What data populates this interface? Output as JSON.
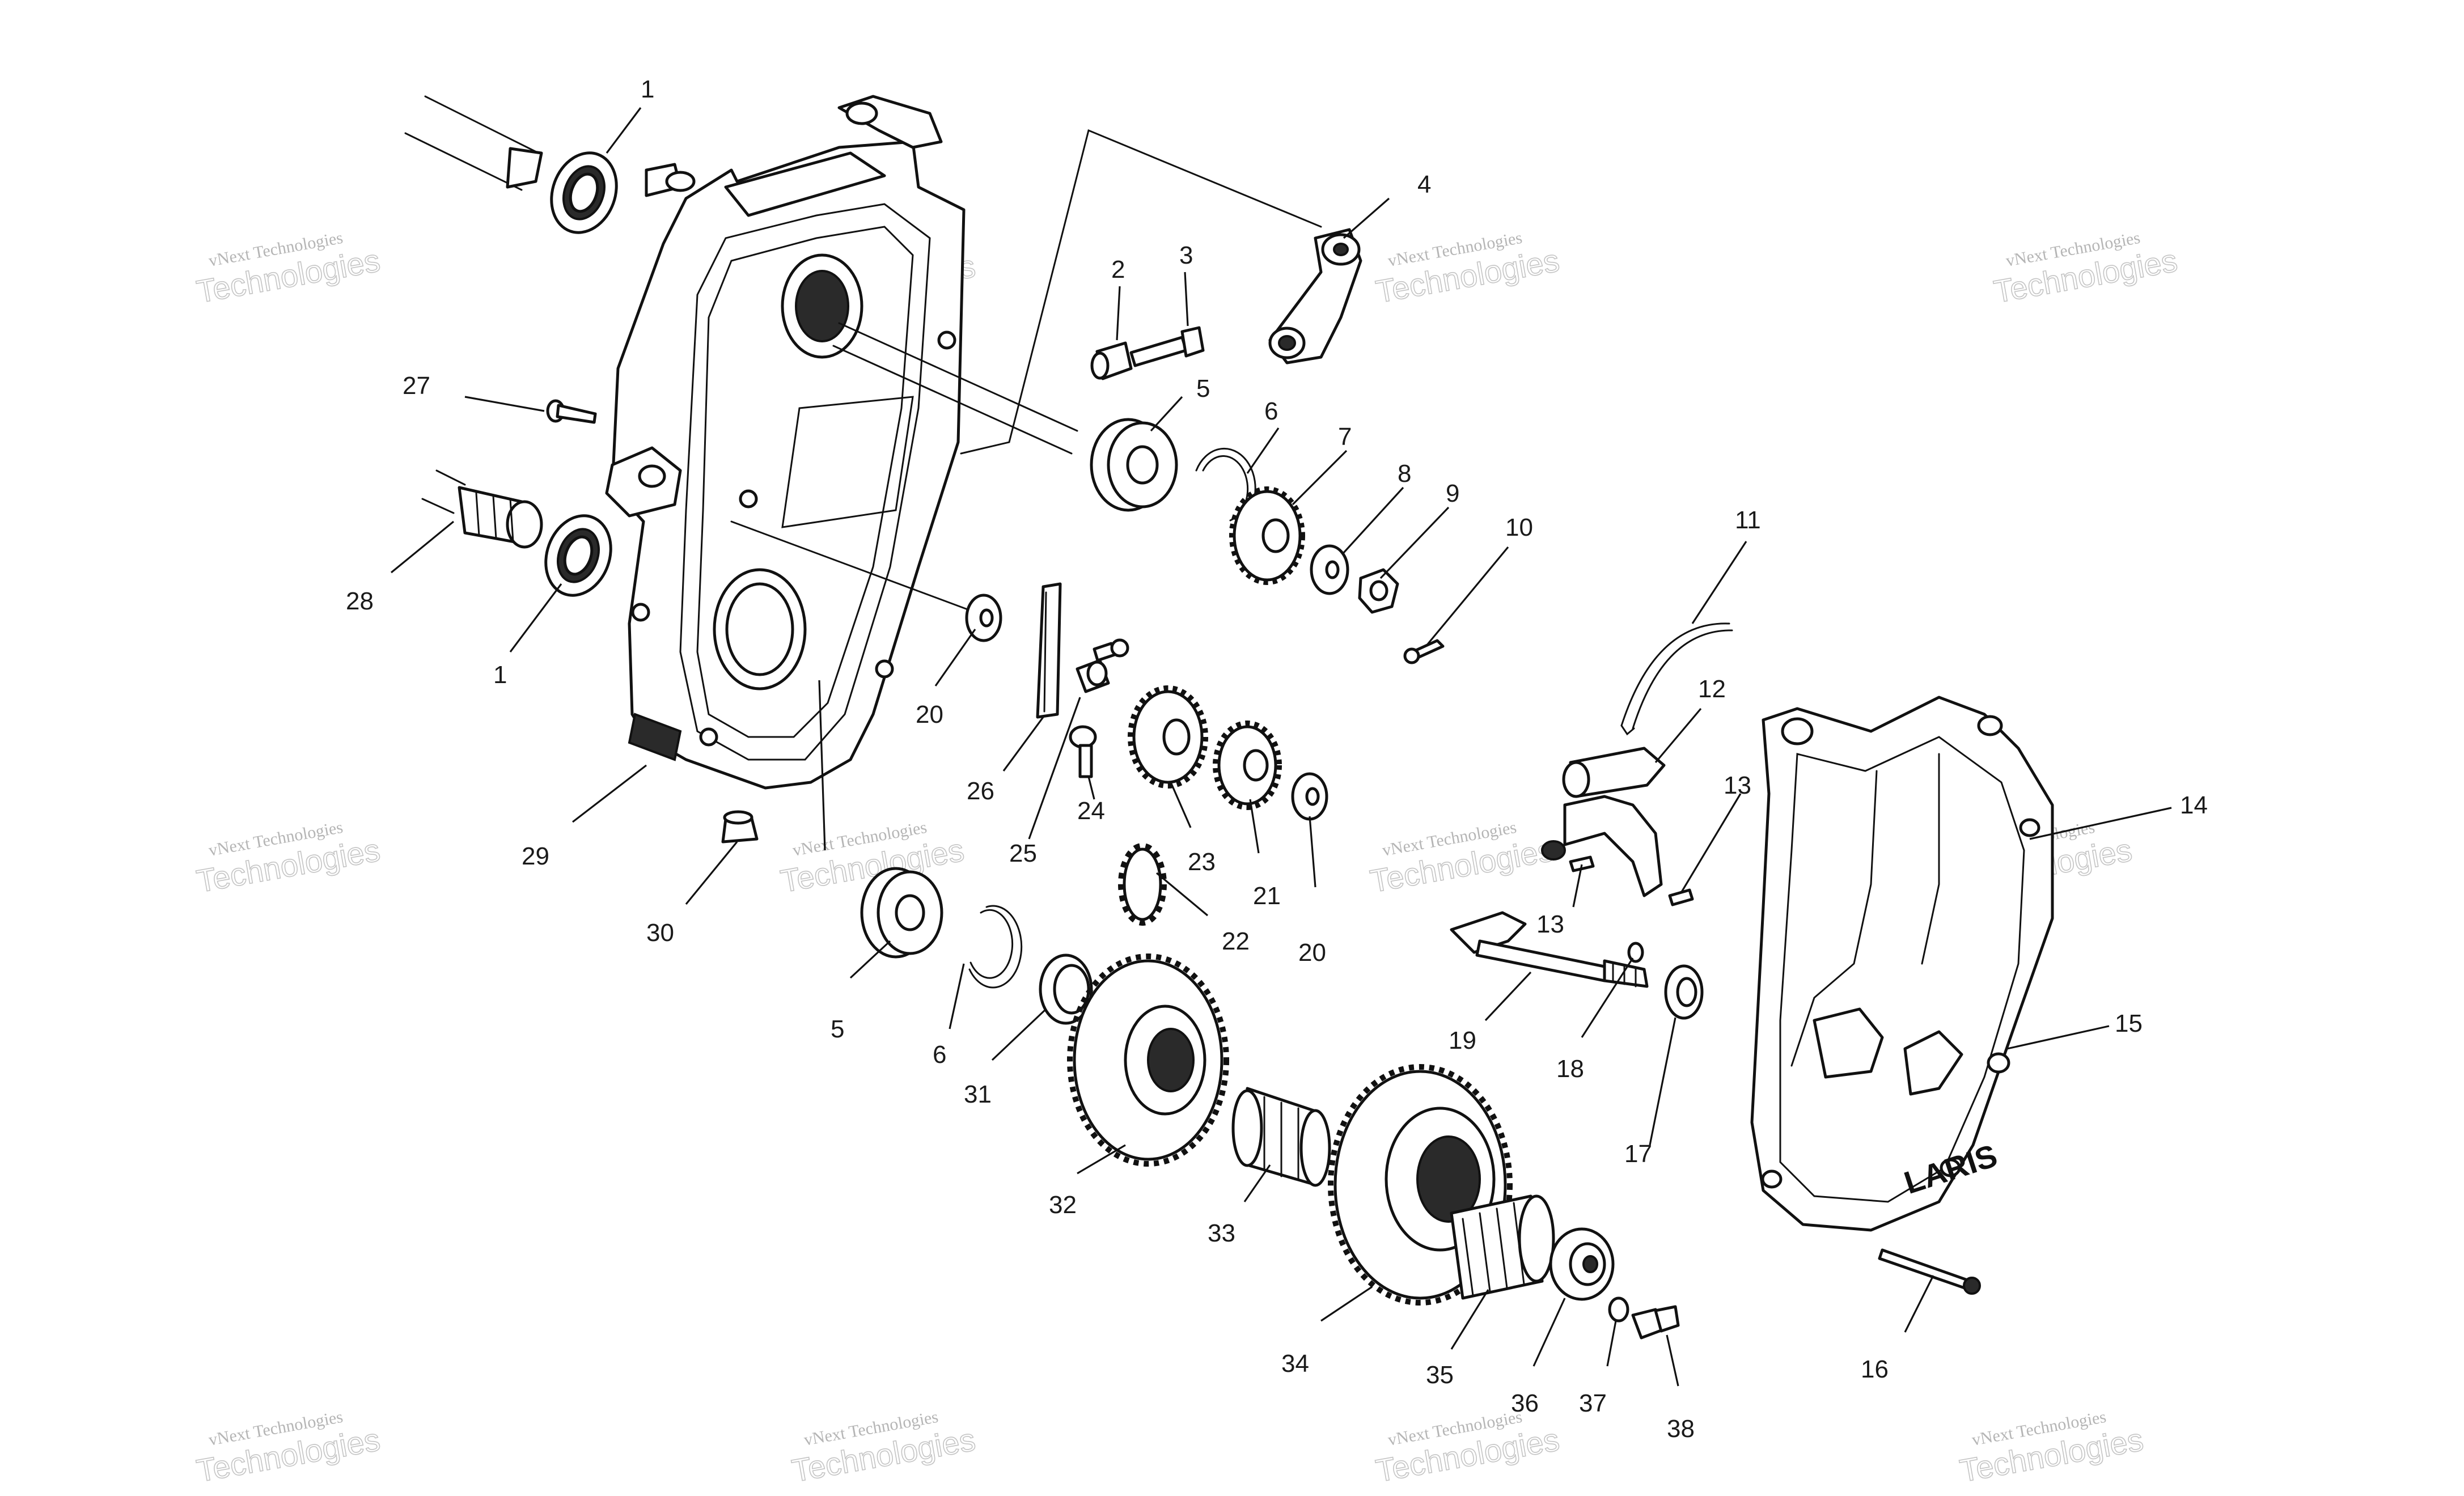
{
  "callouts": {
    "c1a": "1",
    "c1b": "1",
    "c2": "2",
    "c3": "3",
    "c4": "4",
    "c5a": "5",
    "c5b": "5",
    "c6a": "6",
    "c6b": "6",
    "c7": "7",
    "c8": "8",
    "c9": "9",
    "c10": "10",
    "c11": "11",
    "c12": "12",
    "c13a": "13",
    "c13b": "13",
    "c14": "14",
    "c15": "15",
    "c16": "16",
    "c17": "17",
    "c18": "18",
    "c19": "19",
    "c20a": "20",
    "c20b": "20",
    "c21": "21",
    "c22": "22",
    "c23": "23",
    "c24": "24",
    "c25": "25",
    "c26": "26",
    "c27": "27",
    "c28": "28",
    "c29": "29",
    "c30": "30",
    "c31": "31",
    "c32": "32",
    "c33": "33",
    "c34": "34",
    "c35": "35",
    "c36": "36",
    "c37": "37",
    "c38": "38"
  },
  "watermark": {
    "line1": "vNext Technologies",
    "overlay": "vNext",
    "line2": "Technologies"
  },
  "cover_logo": "LARIS"
}
